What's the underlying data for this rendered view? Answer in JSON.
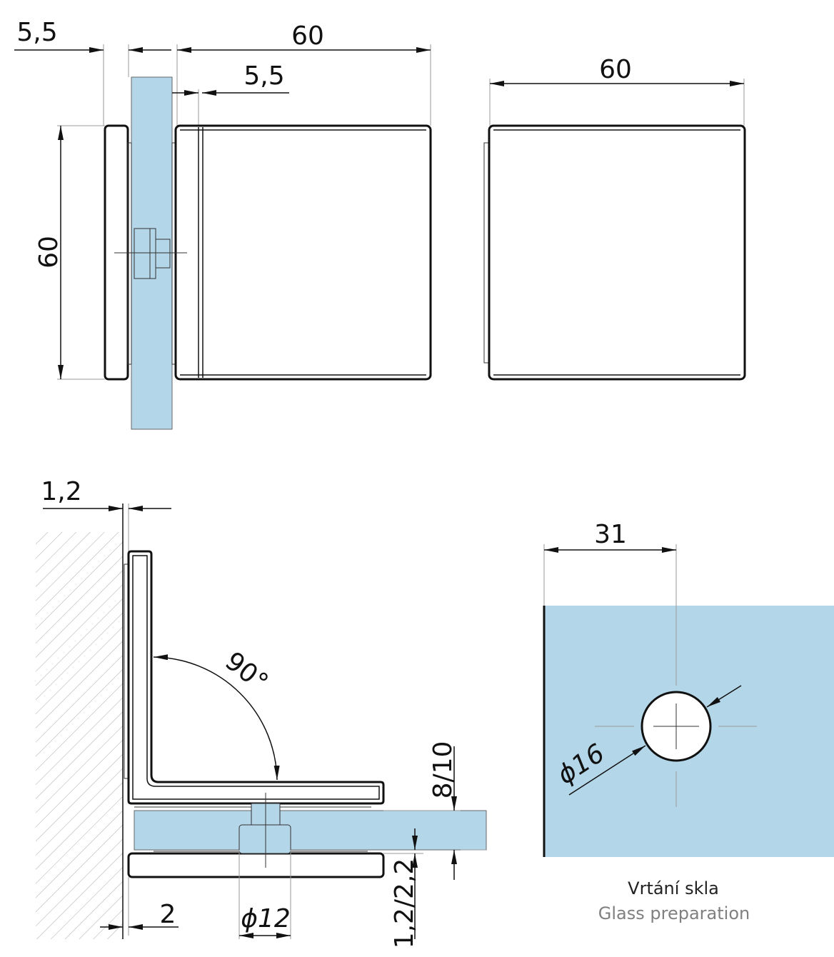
{
  "colors": {
    "glass": "#b3d6e8",
    "line": "#111111",
    "caption_secondary": "#808080"
  },
  "front_view": {
    "dim_left_plate": "5,5",
    "dim_width": "60",
    "dim_gap": "5,5",
    "dim_height": "60"
  },
  "side_view": {
    "dim_width": "60"
  },
  "section_view": {
    "dim_wall_gap": "1,2",
    "angle": "90°",
    "dim_glass": "8/10",
    "dim_gasket": "1,2/2,2",
    "dim_bottom": "2",
    "dim_bolt": "ϕ12"
  },
  "glass_prep": {
    "dim_offset": "31",
    "dim_hole": "ϕ16",
    "caption_cz": "Vrtání skla",
    "caption_en": "Glass preparation"
  }
}
